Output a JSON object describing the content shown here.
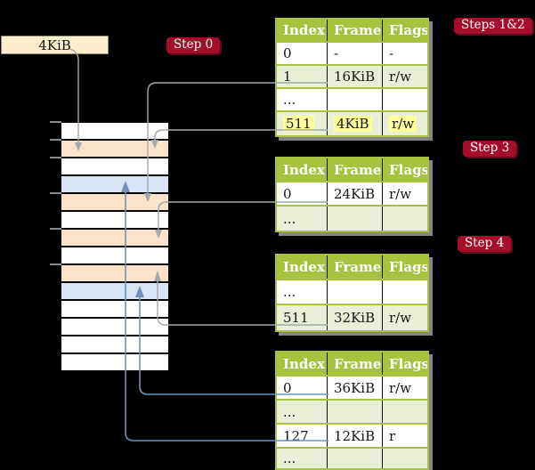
{
  "legend_box": {
    "label": "4KiB"
  },
  "badges": {
    "step0": {
      "label": "Step 0"
    },
    "steps12": {
      "label": "Steps 1&2"
    },
    "step3": {
      "label": "Step 3"
    },
    "step4": {
      "label": "Step 4"
    }
  },
  "colors": {
    "background": "#000000",
    "table_header_green": "#a6c23f",
    "table_row_green": "#e9efd6",
    "memory_peach": "#fbe3c9",
    "memory_blue": "#d8e4f3",
    "legend_cream": "#fdeecb",
    "badge_red": "#a50e2b",
    "gray_connector": "#a3a8ab",
    "blue_connector": "#7191bd",
    "highlight_yellow": "#ffff9c"
  },
  "memory": {
    "rows": [
      {
        "fill": "white",
        "tick": true
      },
      {
        "fill": "peach",
        "tick": true
      },
      {
        "fill": "white",
        "tick": true
      },
      {
        "fill": "blue",
        "tick": false
      },
      {
        "fill": "peach",
        "tick": true
      },
      {
        "fill": "white",
        "tick": false
      },
      {
        "fill": "peach",
        "tick": true
      },
      {
        "fill": "white",
        "tick": false
      },
      {
        "fill": "peach",
        "tick": true
      },
      {
        "fill": "blue",
        "tick": false
      },
      {
        "fill": "white",
        "tick": false
      },
      {
        "fill": "white",
        "tick": false
      },
      {
        "fill": "white",
        "tick": false
      },
      {
        "fill": "white",
        "tick": false
      }
    ]
  },
  "tables": [
    {
      "id": "page-table-steps-1-2",
      "headers": [
        "Index",
        "Frame",
        "Flags"
      ],
      "rows": [
        {
          "cells": [
            "0",
            "-",
            "-"
          ],
          "shaded": false,
          "highlight": false
        },
        {
          "cells": [
            "1",
            "16KiB",
            "r/w"
          ],
          "shaded": true,
          "highlight": false
        },
        {
          "cells": [
            "...",
            "",
            ""
          ],
          "shaded": false,
          "highlight": false
        },
        {
          "cells": [
            "511",
            "4KiB",
            "r/w"
          ],
          "shaded": true,
          "highlight": true
        }
      ]
    },
    {
      "id": "page-table-step-3",
      "headers": [
        "Index",
        "Frame",
        "Flags"
      ],
      "rows": [
        {
          "cells": [
            "0",
            "24KiB",
            "r/w"
          ],
          "shaded": false,
          "highlight": false
        },
        {
          "cells": [
            "...",
            "",
            ""
          ],
          "shaded": true,
          "highlight": false
        }
      ]
    },
    {
      "id": "page-table-step-4",
      "headers": [
        "Index",
        "Frame",
        "Flags"
      ],
      "rows": [
        {
          "cells": [
            "...",
            "",
            ""
          ],
          "shaded": false,
          "highlight": false
        },
        {
          "cells": [
            "511",
            "32KiB",
            "r/w"
          ],
          "shaded": true,
          "highlight": false
        }
      ]
    },
    {
      "id": "page-table-bottom",
      "headers": [
        "Index",
        "Frame",
        "Flags"
      ],
      "rows": [
        {
          "cells": [
            "0",
            "36KiB",
            "r/w"
          ],
          "shaded": false,
          "highlight": false
        },
        {
          "cells": [
            "...",
            "",
            ""
          ],
          "shaded": true,
          "highlight": false
        },
        {
          "cells": [
            "127",
            "12KiB",
            "r"
          ],
          "shaded": false,
          "highlight": false
        },
        {
          "cells": [
            "...",
            "",
            ""
          ],
          "shaded": true,
          "highlight": false
        }
      ]
    }
  ],
  "connectors": [
    {
      "from": "legend-4KiB-box",
      "to": "memory-row-1",
      "style": "gray"
    },
    {
      "from": "page-table-steps-1-2-row-1-16KiB",
      "to": "memory-row-4",
      "style": "gray"
    },
    {
      "from": "page-table-steps-1-2-row-511-4KiB",
      "to": "memory-row-1",
      "style": "gray"
    },
    {
      "from": "page-table-step-3-row-0-24KiB",
      "to": "memory-row-6",
      "style": "gray"
    },
    {
      "from": "page-table-step-4-row-511-32KiB",
      "to": "memory-row-8",
      "style": "gray"
    },
    {
      "from": "page-table-bottom-row-0-36KiB",
      "to": "memory-row-9",
      "style": "blue"
    },
    {
      "from": "page-table-bottom-row-127-12KiB",
      "to": "memory-row-3",
      "style": "blue"
    }
  ]
}
